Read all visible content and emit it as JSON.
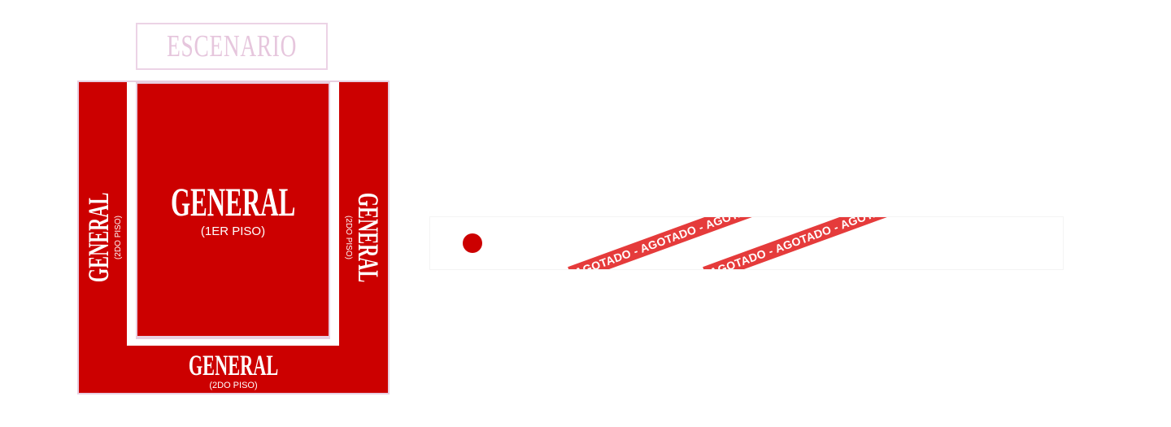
{
  "map": {
    "stage_label": "ESCENARIO",
    "footnote": "",
    "zones": {
      "center": {
        "name": "GENERAL",
        "floor": "(1ER PISO)"
      },
      "left": {
        "name": "GENERAL",
        "floor": "(2DO PISO)"
      },
      "right": {
        "name": "GENERAL",
        "floor": "(2DO PISO)"
      },
      "bottom": {
        "name": "GENERAL",
        "floor": "(2DO PISO)"
      }
    },
    "colors": {
      "zone": "#cc0000",
      "outline": "#e8cfe1",
      "stage_border": "#ecd3e6"
    }
  },
  "legend": {
    "title": "",
    "subtitle": ""
  },
  "ticket": {
    "name": "",
    "price": "",
    "dot_icon": "red-dot-icon",
    "sold_out_ribbon_1": "AGOTADO - AGOTADO - AGOTADO - AGOTADO",
    "sold_out_ribbon_2": "AGOTADO - AGOTADO - AGOTADO - AGOTADO",
    "ribbon_color": "#e53b3b"
  }
}
